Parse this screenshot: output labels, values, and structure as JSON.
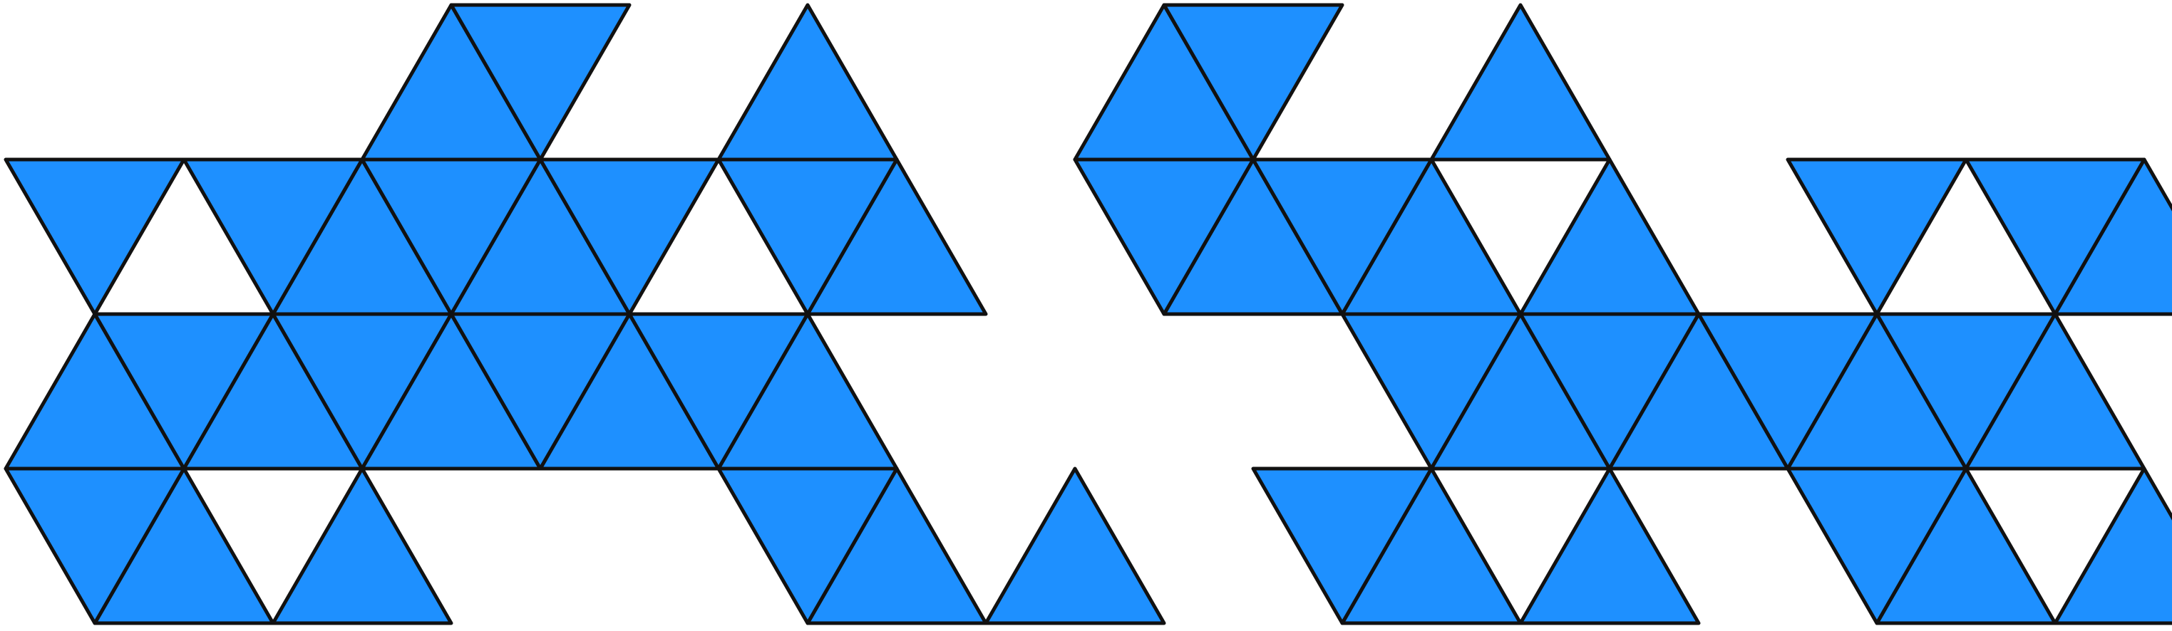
{
  "colors": {
    "fill": "#1e90ff",
    "stroke": "#111111",
    "background": "#ffffff"
  },
  "shapes": [
    {
      "name": "shape-left",
      "triangles": [
        [
          2,
          0,
          "up"
        ],
        [
          2,
          0,
          "down"
        ],
        [
          4,
          0,
          "up"
        ],
        [
          0,
          1,
          "down"
        ],
        [
          1,
          1,
          "up"
        ],
        [
          1,
          1,
          "down"
        ],
        [
          2,
          1,
          "up"
        ],
        [
          2,
          1,
          "down"
        ],
        [
          3,
          1,
          "down"
        ],
        [
          4,
          1,
          "up"
        ],
        [
          4,
          1,
          "down"
        ],
        [
          0,
          2,
          "up"
        ],
        [
          0,
          2,
          "down"
        ],
        [
          1,
          2,
          "up"
        ],
        [
          1,
          2,
          "down"
        ],
        [
          2,
          2,
          "up"
        ],
        [
          2,
          2,
          "down"
        ],
        [
          3,
          2,
          "up"
        ],
        [
          3,
          2,
          "down"
        ],
        [
          4,
          2,
          "up"
        ],
        [
          0,
          3,
          "up"
        ],
        [
          0,
          3,
          "down"
        ],
        [
          1,
          3,
          "up"
        ],
        [
          4,
          3,
          "up"
        ],
        [
          4,
          3,
          "down"
        ],
        [
          5,
          3,
          "up"
        ]
      ]
    },
    {
      "name": "shape-right",
      "triangles": [
        [
          6,
          0,
          "up"
        ],
        [
          6,
          0,
          "down"
        ],
        [
          8,
          0,
          "up"
        ],
        [
          6,
          1,
          "up"
        ],
        [
          6,
          1,
          "down"
        ],
        [
          7,
          1,
          "up"
        ],
        [
          7,
          1,
          "down"
        ],
        [
          8,
          1,
          "up"
        ],
        [
          10,
          1,
          "down"
        ],
        [
          11,
          1,
          "up"
        ],
        [
          11,
          1,
          "down"
        ],
        [
          7,
          2,
          "down"
        ],
        [
          8,
          2,
          "up"
        ],
        [
          8,
          2,
          "down"
        ],
        [
          9,
          2,
          "up"
        ],
        [
          9,
          2,
          "down"
        ],
        [
          10,
          2,
          "up"
        ],
        [
          10,
          2,
          "down"
        ],
        [
          11,
          2,
          "up"
        ],
        [
          7,
          3,
          "up"
        ],
        [
          7,
          3,
          "down"
        ],
        [
          8,
          3,
          "up"
        ],
        [
          10,
          3,
          "up"
        ],
        [
          10,
          3,
          "down"
        ],
        [
          11,
          3,
          "up"
        ]
      ]
    }
  ]
}
